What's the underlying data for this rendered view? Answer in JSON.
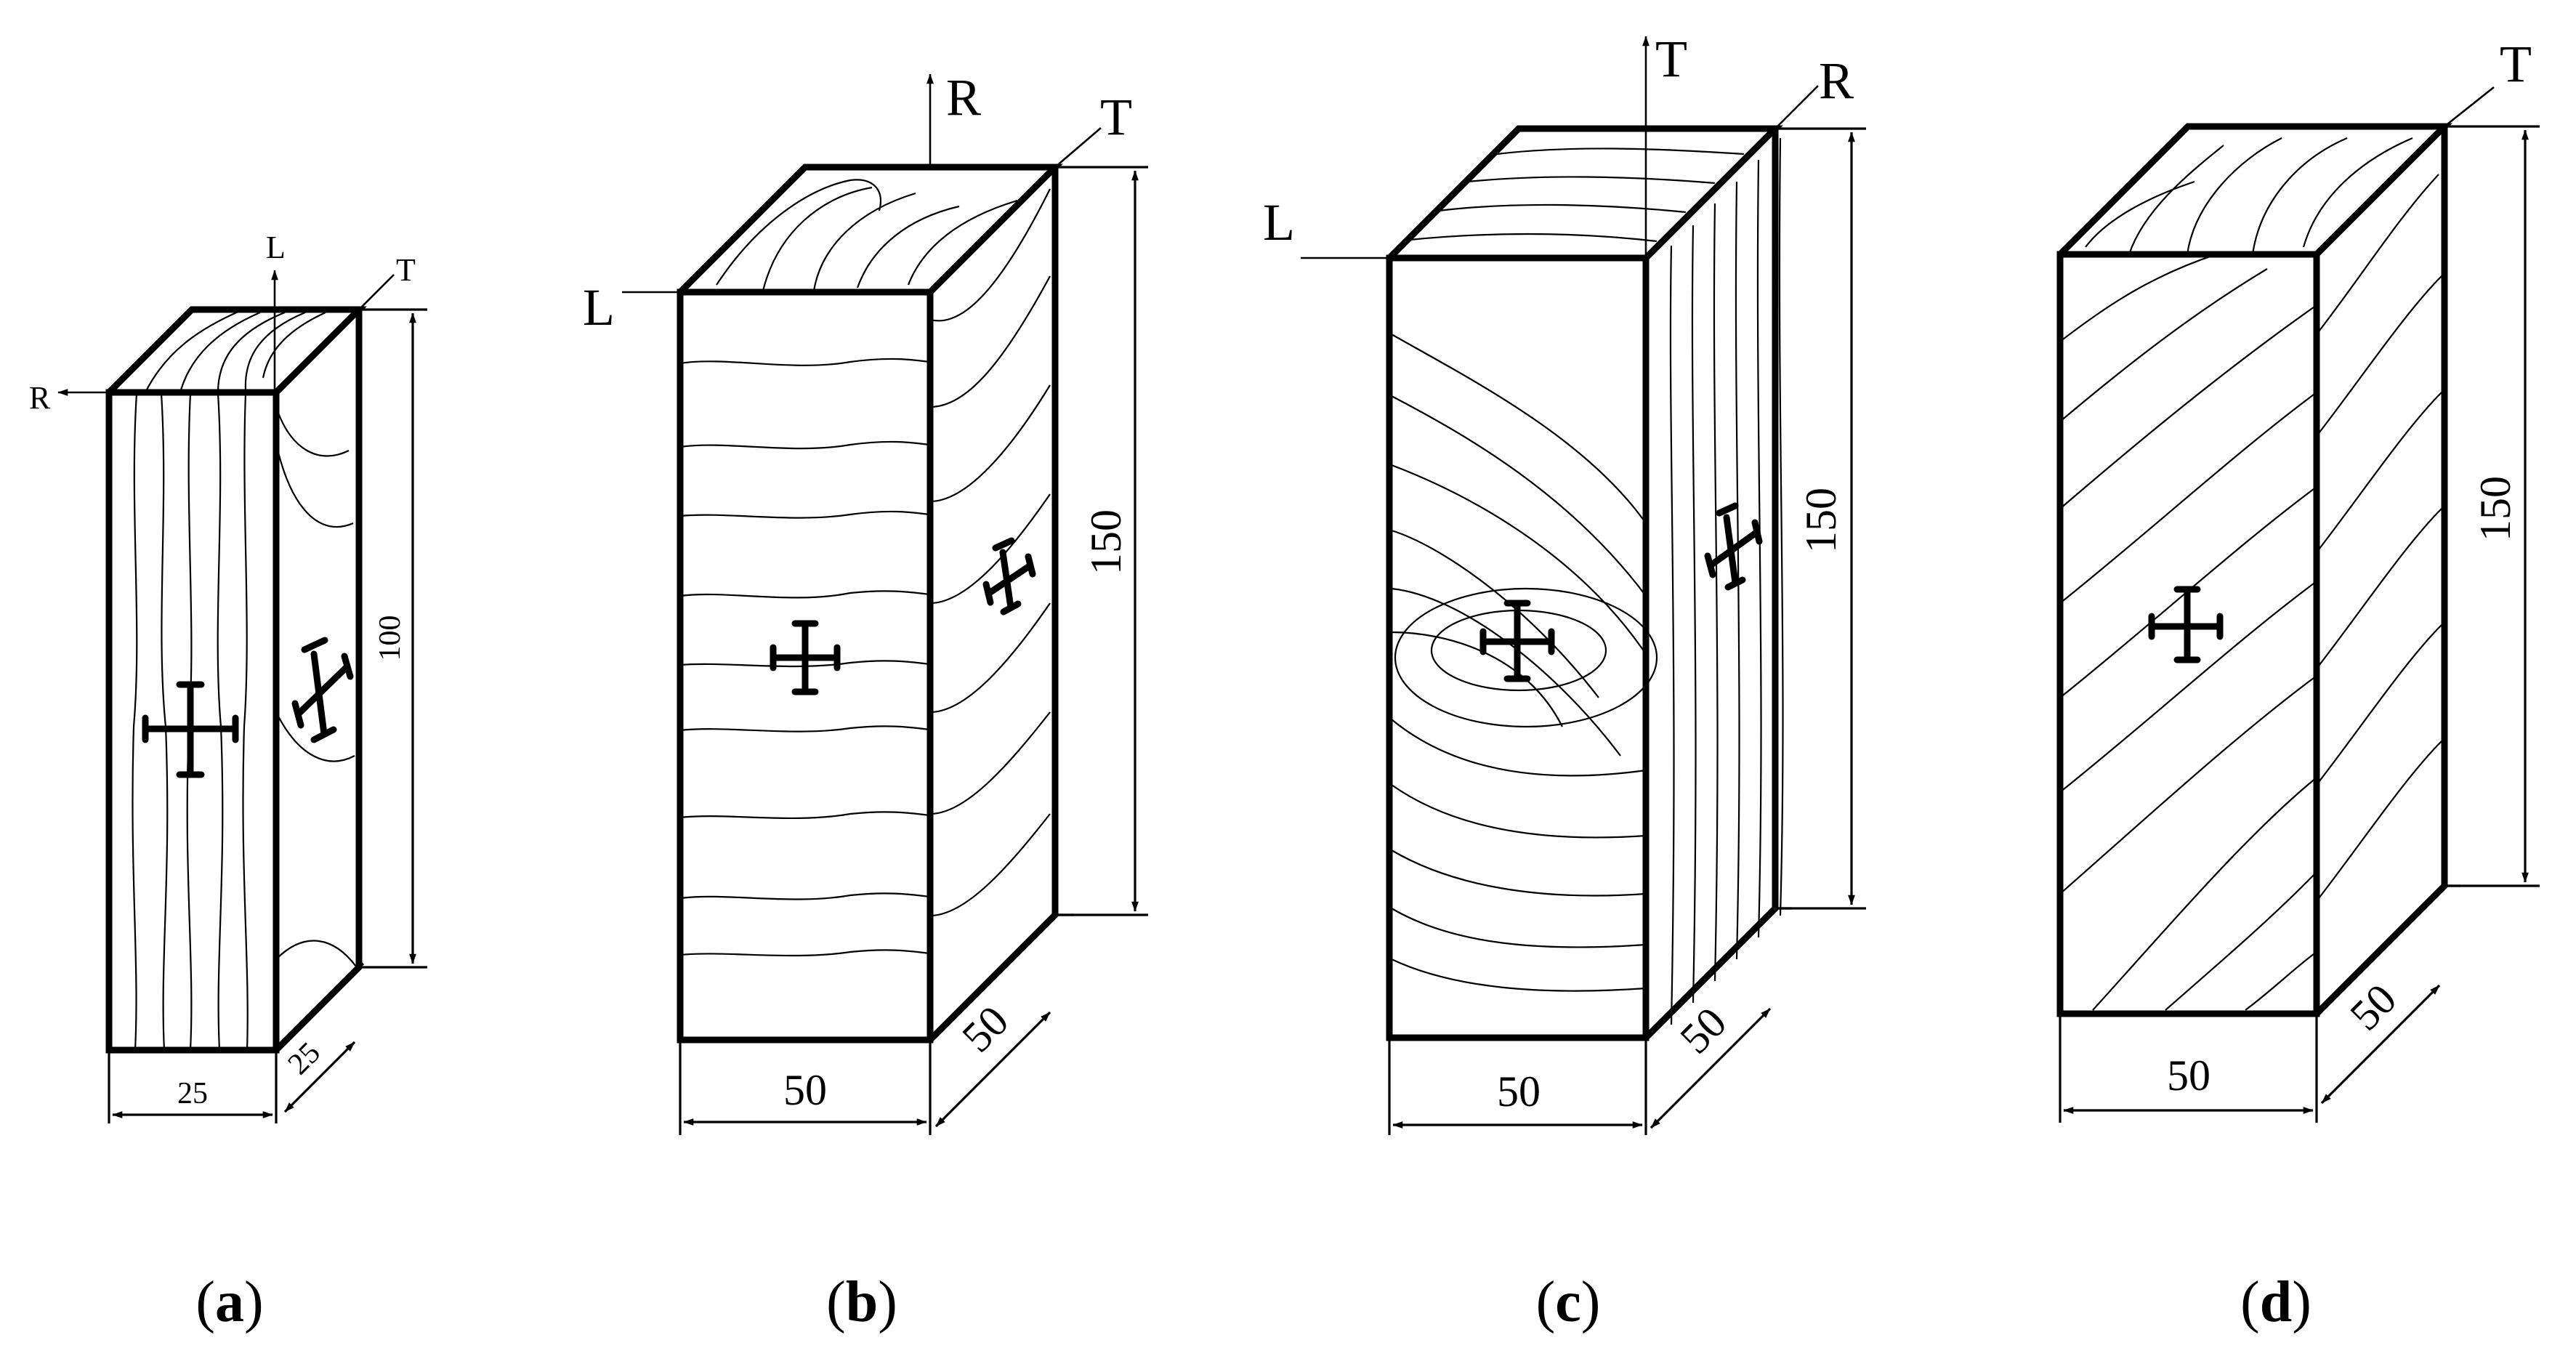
{
  "panels": [
    {
      "id": "a",
      "label_open": "(",
      "label_letter": "a",
      "label_close": ")",
      "axes": {
        "front_axis": "R",
        "up_axis": "L",
        "corner_axis": "T"
      },
      "dimensions": {
        "width": "25",
        "depth": "25",
        "height": "100"
      }
    },
    {
      "id": "b",
      "label_open": "(",
      "label_letter": "b",
      "label_close": ")",
      "axes": {
        "front_axis": "L",
        "up_axis": "R",
        "corner_axis": "T"
      },
      "dimensions": {
        "width": "50",
        "depth": "50",
        "height": "150"
      }
    },
    {
      "id": "c",
      "label_open": "(",
      "label_letter": "c",
      "label_close": ")",
      "axes": {
        "front_axis": "L",
        "up_axis": "T",
        "corner_axis": "R"
      },
      "dimensions": {
        "width": "50",
        "depth": "50",
        "height": "150"
      }
    },
    {
      "id": "d",
      "label_open": "(",
      "label_letter": "d",
      "label_close": ")",
      "axes": {
        "corner_axis": "T"
      },
      "dimensions": {
        "width": "50",
        "depth": "50",
        "height": "150"
      }
    }
  ]
}
